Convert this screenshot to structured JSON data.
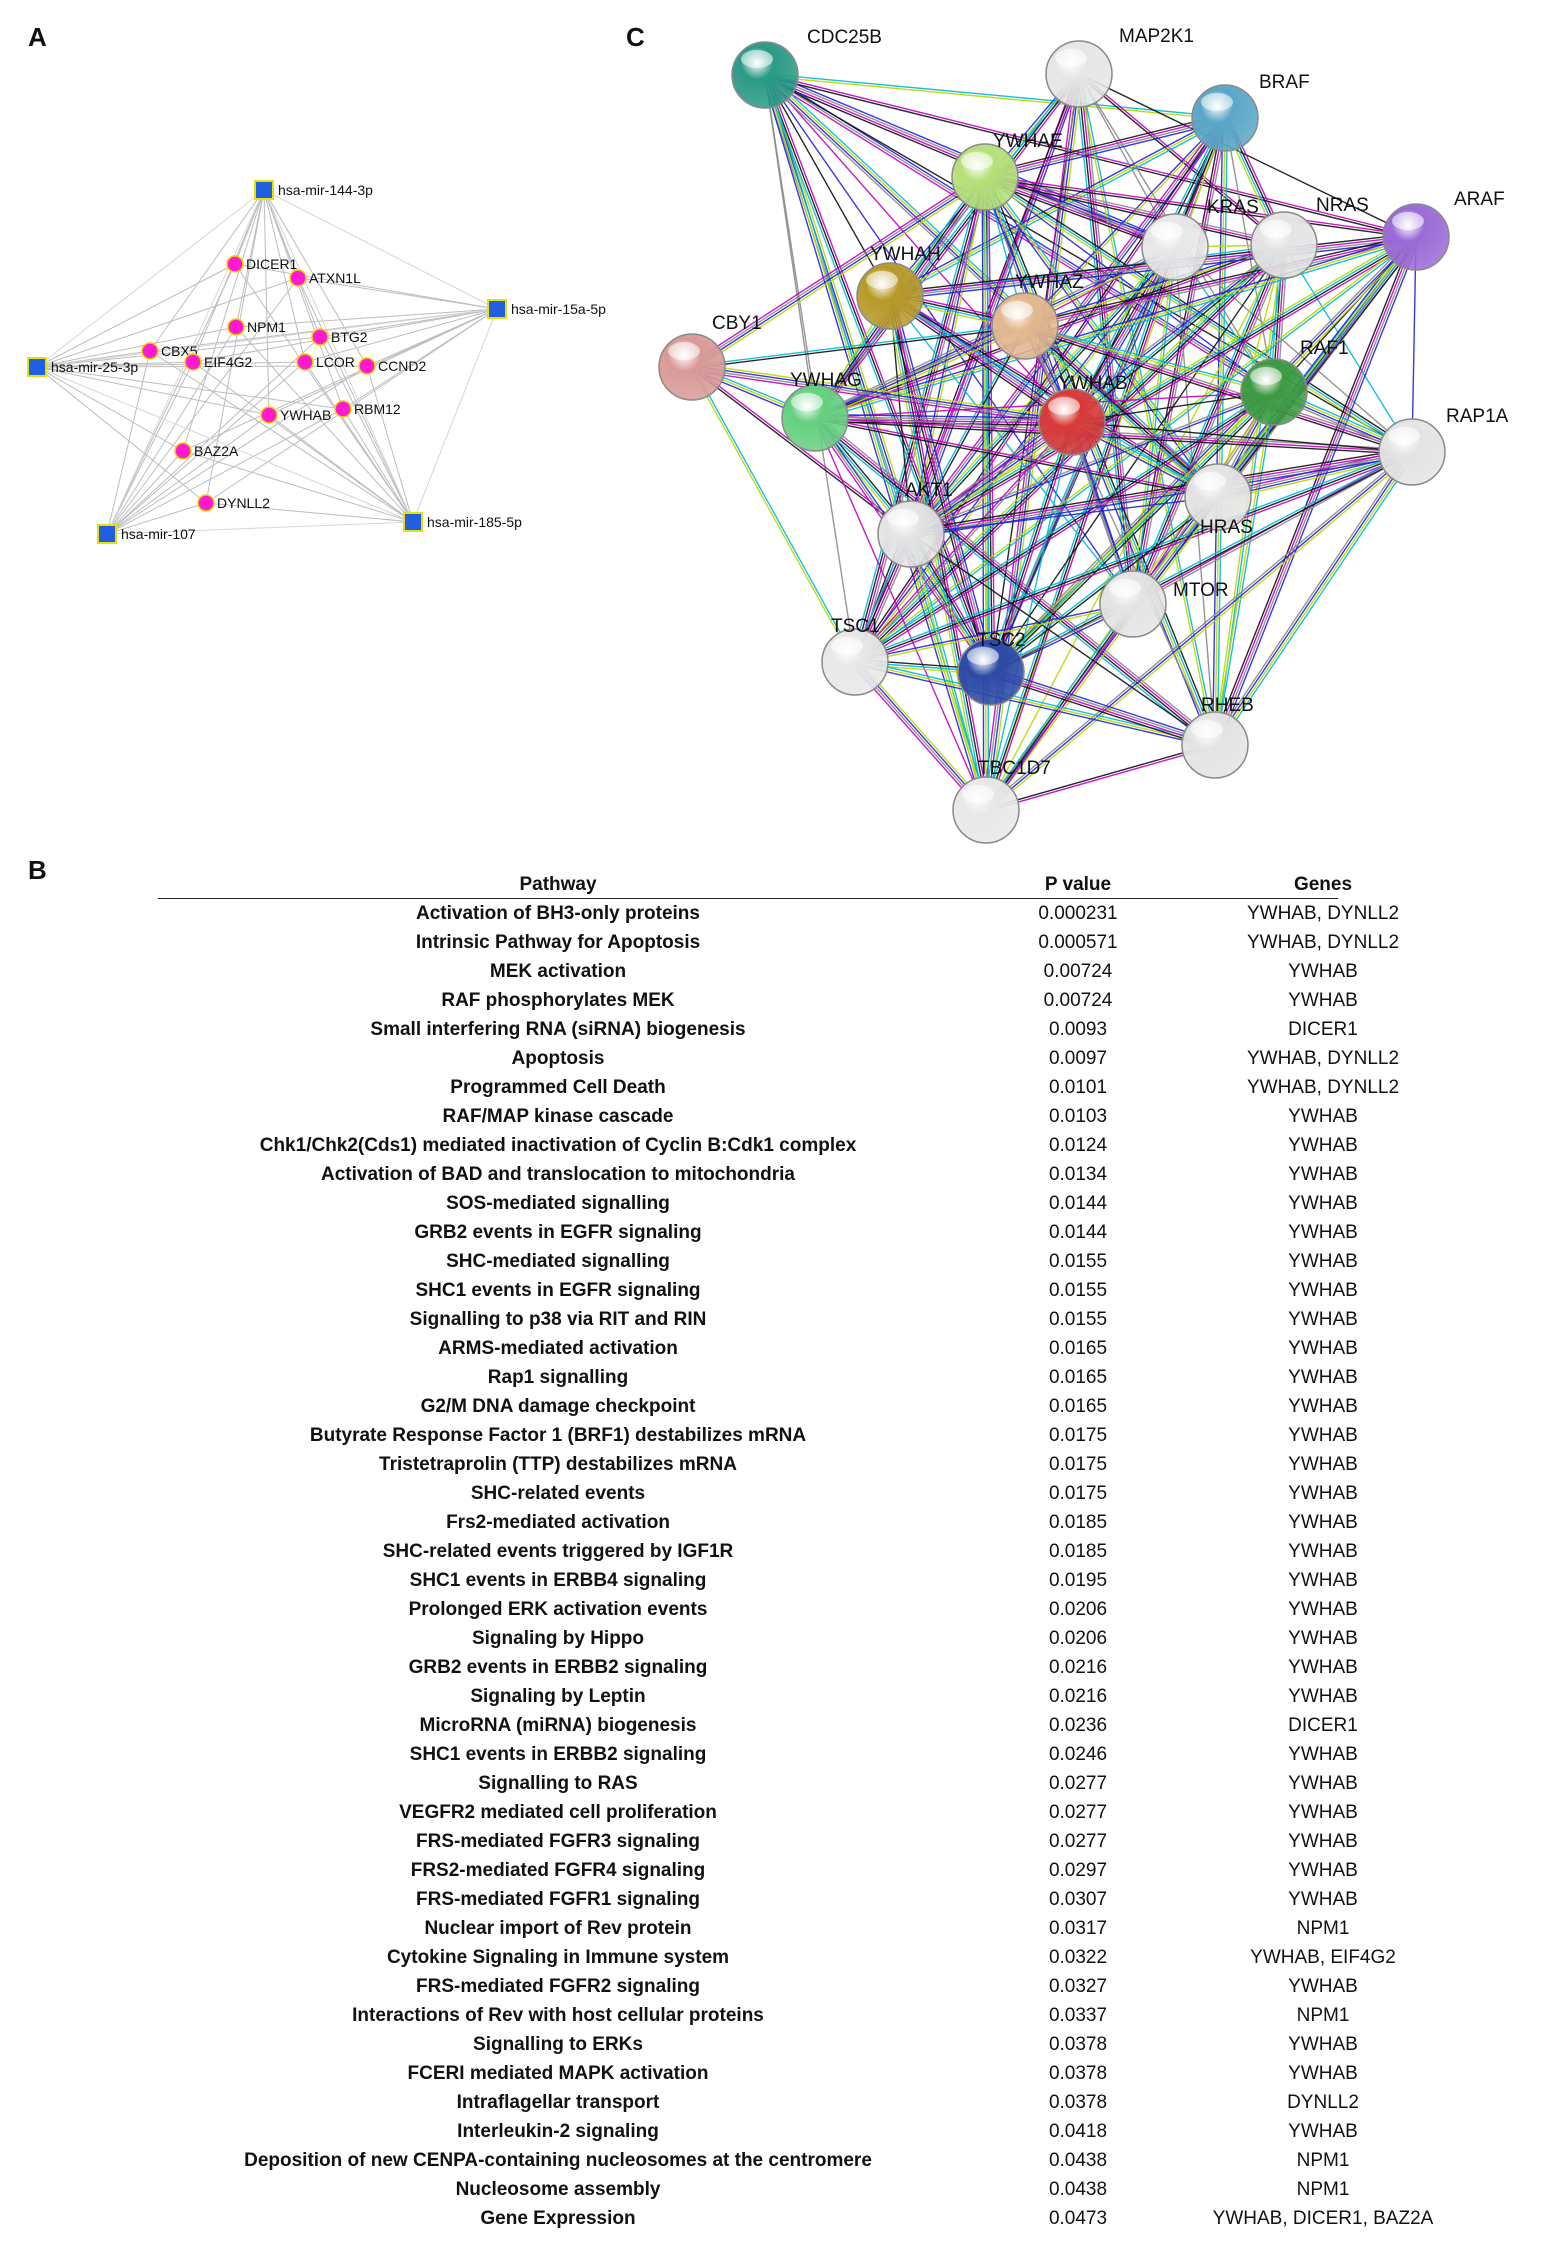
{
  "panels": {
    "a": "A",
    "b": "B",
    "c": "C"
  },
  "colors": {
    "mirna_fill": "#1f5fe0",
    "mirna_border": "#e8e000",
    "gene_fill": "#ff1ad1",
    "gene_border": "#f0d000",
    "edge_gray": "#bdbdbd"
  },
  "network_a": {
    "mirnas": [
      {
        "id": "m144",
        "label": "hsa-mir-144-3p"
      },
      {
        "id": "m15a",
        "label": "hsa-mir-15a-5p"
      },
      {
        "id": "m25",
        "label": "hsa-mir-25-3p"
      },
      {
        "id": "m107",
        "label": "hsa-mir-107"
      },
      {
        "id": "m185",
        "label": "hsa-mir-185-5p"
      }
    ],
    "genes": [
      {
        "id": "DICER1",
        "label": "DICER1"
      },
      {
        "id": "ATXN1L",
        "label": "ATXN1L"
      },
      {
        "id": "NPM1",
        "label": "NPM1"
      },
      {
        "id": "BTG2",
        "label": "BTG2"
      },
      {
        "id": "CBX5",
        "label": "CBX5"
      },
      {
        "id": "EIF4G2",
        "label": "EIF4G2"
      },
      {
        "id": "LCOR",
        "label": "LCOR"
      },
      {
        "id": "CCND2",
        "label": "CCND2"
      },
      {
        "id": "YWHAB",
        "label": "YWHAB"
      },
      {
        "id": "RBM12",
        "label": "RBM12"
      },
      {
        "id": "BAZ2A",
        "label": "BAZ2A"
      },
      {
        "id": "DYNLL2",
        "label": "DYNLL2"
      }
    ]
  },
  "network_c": {
    "nodes": [
      {
        "id": "CDC25B",
        "label": "CDC25B",
        "color": "#2a9a86"
      },
      {
        "id": "MAP2K1",
        "label": "MAP2K1",
        "color": "#e6e6e6"
      },
      {
        "id": "BRAF",
        "label": "BRAF",
        "color": "#5aa6c8"
      },
      {
        "id": "YWHAE",
        "label": "YWHAE",
        "color": "#b6e07a"
      },
      {
        "id": "KRAS",
        "label": "KRAS",
        "color": "#e8e8e8"
      },
      {
        "id": "NRAS",
        "label": "NRAS",
        "color": "#e4e4e4"
      },
      {
        "id": "ARAF",
        "label": "ARAF",
        "color": "#9a6ad6"
      },
      {
        "id": "YWHAH",
        "label": "YWHAH",
        "color": "#b89a2a"
      },
      {
        "id": "YWHAZ",
        "label": "YWHAZ",
        "color": "#e2b890"
      },
      {
        "id": "CBY1",
        "label": "CBY1",
        "color": "#d89a98"
      },
      {
        "id": "RAF1",
        "label": "RAF1",
        "color": "#3d9a44"
      },
      {
        "id": "YWHAG",
        "label": "YWHAG",
        "color": "#66d080"
      },
      {
        "id": "YWHAB",
        "label": "YWHAB",
        "color": "#d83a3a"
      },
      {
        "id": "RAP1A",
        "label": "RAP1A",
        "color": "#e4e4e4"
      },
      {
        "id": "HRAS",
        "label": "HRAS",
        "color": "#e4e4e4"
      },
      {
        "id": "AKT1",
        "label": "AKT1",
        "color": "#e4e4e4"
      },
      {
        "id": "MTOR",
        "label": "MTOR",
        "color": "#e4e4e4"
      },
      {
        "id": "TSC1",
        "label": "TSC1",
        "color": "#e8e8e8"
      },
      {
        "id": "TSC2",
        "label": "TSC2",
        "color": "#2c4aa6"
      },
      {
        "id": "RHEB",
        "label": "RHEB",
        "color": "#e4e4e4"
      },
      {
        "id": "TBC1D7",
        "label": "TBC1D7",
        "color": "#e8e8e8"
      }
    ],
    "edge_colors": [
      "#c200c2",
      "#111111",
      "#00b8d8",
      "#b8d800",
      "#2222dd",
      "#8a8a8a"
    ]
  },
  "table": {
    "headers": {
      "pathway": "Pathway",
      "p_value": "P value",
      "genes": "Genes"
    },
    "rows": [
      {
        "pathway": "Activation of BH3-only proteins",
        "p": "0.000231",
        "genes": "YWHAB, DYNLL2"
      },
      {
        "pathway": "Intrinsic Pathway for Apoptosis",
        "p": "0.000571",
        "genes": "YWHAB, DYNLL2"
      },
      {
        "pathway": "MEK activation",
        "p": "0.00724",
        "genes": "YWHAB"
      },
      {
        "pathway": "RAF phosphorylates MEK",
        "p": "0.00724",
        "genes": "YWHAB"
      },
      {
        "pathway": "Small interfering RNA (siRNA) biogenesis",
        "p": "0.0093",
        "genes": "DICER1"
      },
      {
        "pathway": "Apoptosis",
        "p": "0.0097",
        "genes": "YWHAB, DYNLL2"
      },
      {
        "pathway": "Programmed Cell Death",
        "p": "0.0101",
        "genes": "YWHAB, DYNLL2"
      },
      {
        "pathway": "RAF/MAP kinase cascade",
        "p": "0.0103",
        "genes": "YWHAB"
      },
      {
        "pathway": "Chk1/Chk2(Cds1) mediated inactivation of Cyclin B:Cdk1 complex",
        "p": "0.0124",
        "genes": "YWHAB"
      },
      {
        "pathway": "Activation of BAD and translocation to mitochondria",
        "p": "0.0134",
        "genes": "YWHAB"
      },
      {
        "pathway": "SOS-mediated signalling",
        "p": "0.0144",
        "genes": "YWHAB"
      },
      {
        "pathway": "GRB2 events in EGFR signaling",
        "p": "0.0144",
        "genes": "YWHAB"
      },
      {
        "pathway": "SHC-mediated signalling",
        "p": "0.0155",
        "genes": "YWHAB"
      },
      {
        "pathway": "SHC1 events in EGFR signaling",
        "p": "0.0155",
        "genes": "YWHAB"
      },
      {
        "pathway": "Signalling to p38 via RIT and RIN",
        "p": "0.0155",
        "genes": "YWHAB"
      },
      {
        "pathway": "ARMS-mediated activation",
        "p": "0.0165",
        "genes": "YWHAB"
      },
      {
        "pathway": "Rap1 signalling",
        "p": "0.0165",
        "genes": "YWHAB"
      },
      {
        "pathway": "G2/M DNA damage checkpoint",
        "p": "0.0165",
        "genes": "YWHAB"
      },
      {
        "pathway": "Butyrate Response Factor 1 (BRF1) destabilizes mRNA",
        "p": "0.0175",
        "genes": "YWHAB"
      },
      {
        "pathway": "Tristetraprolin (TTP) destabilizes mRNA",
        "p": "0.0175",
        "genes": "YWHAB"
      },
      {
        "pathway": "SHC-related events",
        "p": "0.0175",
        "genes": "YWHAB"
      },
      {
        "pathway": "Frs2-mediated activation",
        "p": "0.0185",
        "genes": "YWHAB"
      },
      {
        "pathway": "SHC-related events triggered by IGF1R",
        "p": "0.0185",
        "genes": "YWHAB"
      },
      {
        "pathway": "SHC1 events in ERBB4 signaling",
        "p": "0.0195",
        "genes": "YWHAB"
      },
      {
        "pathway": "Prolonged ERK activation events",
        "p": "0.0206",
        "genes": "YWHAB"
      },
      {
        "pathway": "Signaling by Hippo",
        "p": "0.0206",
        "genes": "YWHAB"
      },
      {
        "pathway": "GRB2 events in ERBB2 signaling",
        "p": "0.0216",
        "genes": "YWHAB"
      },
      {
        "pathway": "Signaling by Leptin",
        "p": "0.0216",
        "genes": "YWHAB"
      },
      {
        "pathway": "MicroRNA (miRNA) biogenesis",
        "p": "0.0236",
        "genes": "DICER1"
      },
      {
        "pathway": "SHC1 events in ERBB2 signaling",
        "p": "0.0246",
        "genes": "YWHAB"
      },
      {
        "pathway": "Signalling to RAS",
        "p": "0.0277",
        "genes": "YWHAB"
      },
      {
        "pathway": "VEGFR2 mediated cell proliferation",
        "p": "0.0277",
        "genes": "YWHAB"
      },
      {
        "pathway": "FRS-mediated FGFR3 signaling",
        "p": "0.0277",
        "genes": "YWHAB"
      },
      {
        "pathway": "FRS2-mediated FGFR4 signaling",
        "p": "0.0297",
        "genes": "YWHAB"
      },
      {
        "pathway": "FRS-mediated FGFR1 signaling",
        "p": "0.0307",
        "genes": "YWHAB"
      },
      {
        "pathway": "Nuclear import of Rev protein",
        "p": "0.0317",
        "genes": "NPM1"
      },
      {
        "pathway": "Cytokine Signaling in Immune system",
        "p": "0.0322",
        "genes": "YWHAB, EIF4G2"
      },
      {
        "pathway": "FRS-mediated FGFR2 signaling",
        "p": "0.0327",
        "genes": "YWHAB"
      },
      {
        "pathway": "Interactions of Rev with host cellular proteins",
        "p": "0.0337",
        "genes": "NPM1"
      },
      {
        "pathway": "Signalling to ERKs",
        "p": "0.0378",
        "genes": "YWHAB"
      },
      {
        "pathway": "FCERI mediated MAPK activation",
        "p": "0.0378",
        "genes": "YWHAB"
      },
      {
        "pathway": "Intraflagellar transport",
        "p": "0.0378",
        "genes": "DYNLL2"
      },
      {
        "pathway": "Interleukin-2 signaling",
        "p": "0.0418",
        "genes": "YWHAB"
      },
      {
        "pathway": "Deposition of new CENPA-containing nucleosomes at the centromere",
        "p": "0.0438",
        "genes": "NPM1"
      },
      {
        "pathway": "Nucleosome assembly",
        "p": "0.0438",
        "genes": "NPM1"
      },
      {
        "pathway": "Gene Expression",
        "p": "0.0473",
        "genes": "YWHAB, DICER1, BAZ2A"
      }
    ]
  }
}
